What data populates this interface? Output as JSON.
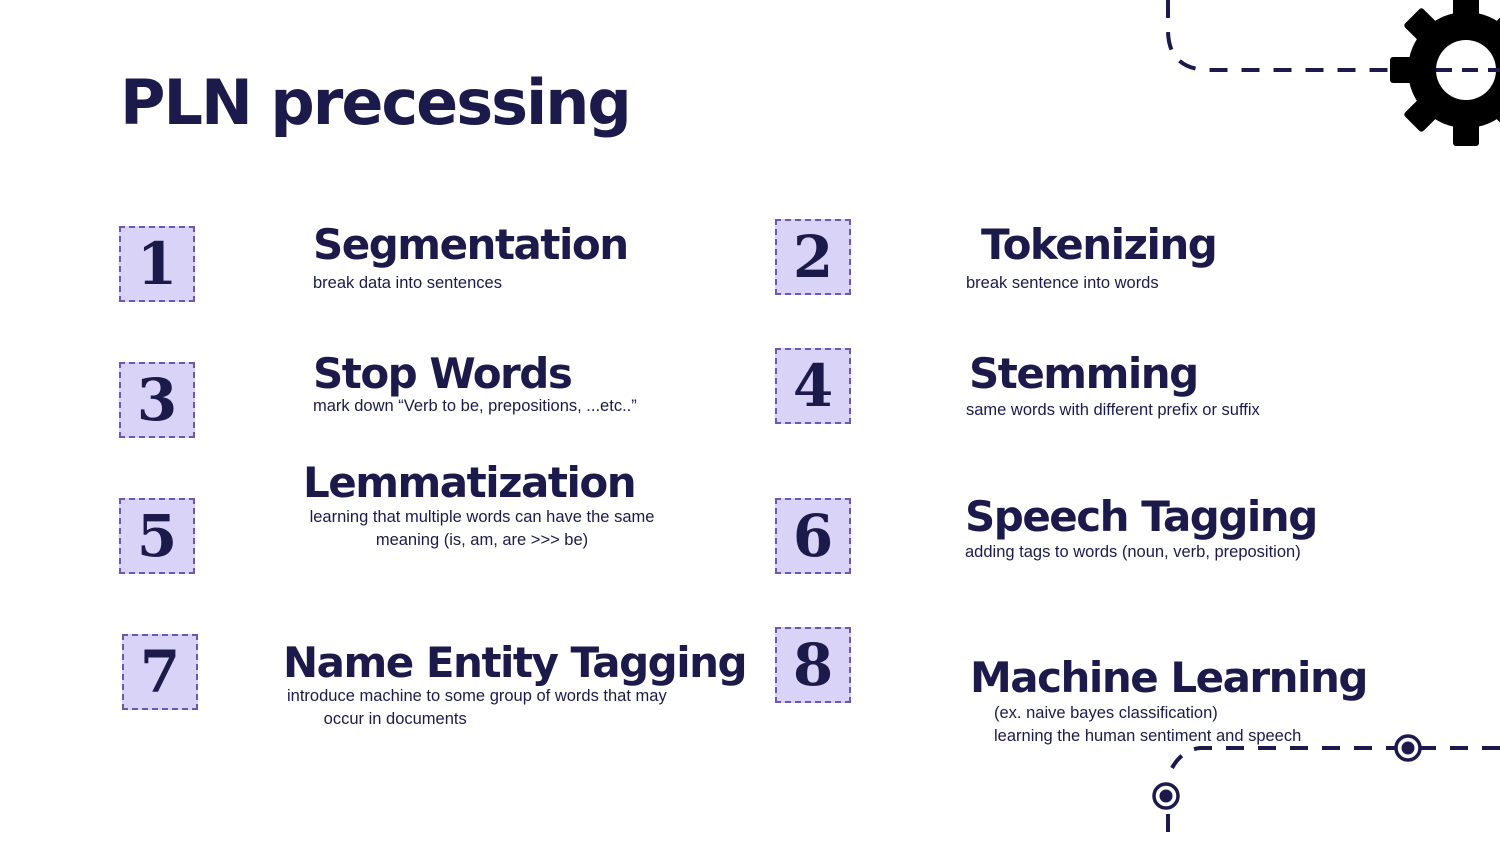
{
  "title": "PLN precessing",
  "steps": [
    {
      "number": "1",
      "title": "Segmentation",
      "description": "break data into sentences"
    },
    {
      "number": "2",
      "title": "Tokenizing",
      "description": "break sentence into words"
    },
    {
      "number": "3",
      "title": "Stop Words",
      "description": "mark down “Verb to be, prepositions, ...etc..”"
    },
    {
      "number": "4",
      "title": "Stemming",
      "description": "same words with different prefix or suffix"
    },
    {
      "number": "5",
      "title": "Lemmatization",
      "description": "learning that multiple words can have the same\nmeaning (is, am, are >>> be)"
    },
    {
      "number": "6",
      "title": "Speech Tagging",
      "description": "adding tags to words (noun, verb, preposition)"
    },
    {
      "number": "7",
      "title": "Name Entity Tagging",
      "description": "introduce machine to some group of words that may\n        occur in documents"
    },
    {
      "number": "8",
      "title": "Machine Learning",
      "description": "(ex. naive bayes classification)\nlearning the human sentiment and speech"
    }
  ],
  "colors": {
    "text": "#1b1a4a",
    "badge_fill": "#d9d4f7",
    "badge_border": "#6a58b4",
    "decoration": "#1b1a4a"
  },
  "decorations": {
    "top_right": "gear-icon",
    "bottom_right": "circuit-node-icon"
  }
}
